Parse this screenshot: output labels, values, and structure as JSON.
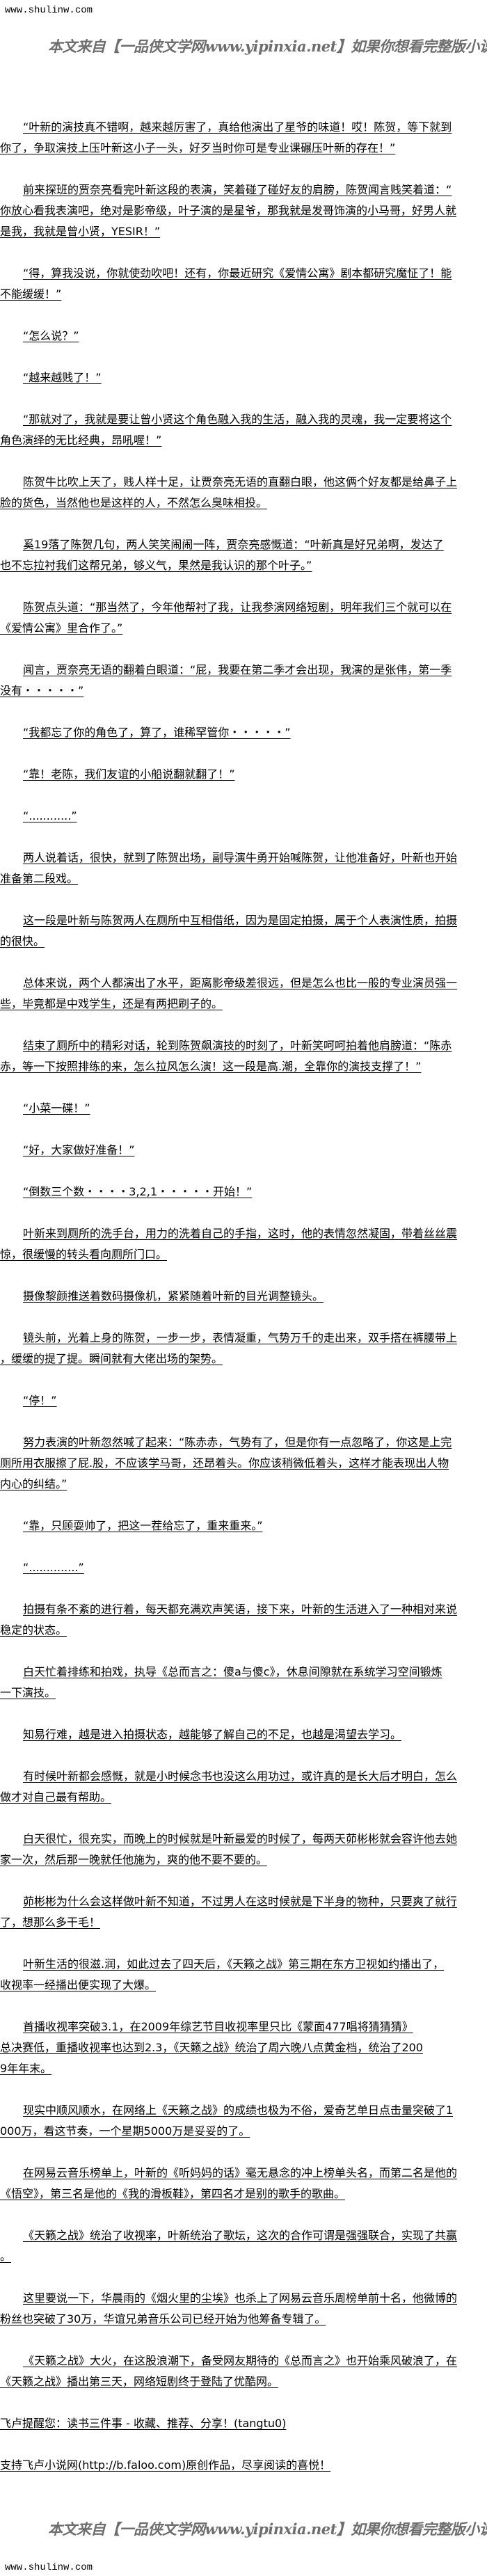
{
  "header": {
    "site": "www.shulinw.com",
    "banner": "本文来自【一品侠文学网www.yipinxia.net】如果你想看完整版小说，请"
  },
  "paragraphs": [
    {
      "indent": true,
      "lines": [
        "“叶新的演技真不错啊，越来越厉害了，真给他演出了星爷的味道！哎！陈贺，等下就到",
        "你了，争取演技上压叶新这小子一头，好歹当时你可是专业课碾压叶新的存在！”"
      ]
    },
    {
      "indent": true,
      "lines": [
        "前来探班的贾奈亮看完叶新这段的表演，笑着碰了碰好友的肩膀，陈贺闻言贱笑着道：“",
        "你放心看我表演吧，绝对是影帝级，叶子演的是星爷，那我就是发哥饰演的小马哥，好男人就",
        "是我，我就是曾小贤，YESIR！”"
      ]
    },
    {
      "indent": true,
      "lines": [
        "“得，算我没说，你就使劲吹吧！还有，你最近研究《爱情公寓》剧本都研究魔怔了！能",
        "不能缓缓！”"
      ]
    },
    {
      "indent": true,
      "lines": [
        "“怎么说？”"
      ]
    },
    {
      "indent": true,
      "lines": [
        "“越来越贱了！”"
      ]
    },
    {
      "indent": true,
      "lines": [
        "“那就对了，我就是要让曾小贤这个角色融入我的生活，融入我的灵魂，我一定要将这个",
        "角色演绎的无比经典，昂吼喔！”"
      ]
    },
    {
      "indent": true,
      "lines": [
        "陈贺牛比吹上天了，贱人样十足，让贾奈亮无语的直翻白眼，他这俩个好友都是给鼻子上",
        "脸的货色，当然他也是这样的人，不然怎么臭味相投。"
      ]
    },
    {
      "indent": true,
      "lines": [
        "奚19落了陈贺几句，两人笑笑闹闹一阵，贾奈亮感慨道：“叶新真是好兄弟啊，发达了",
        "也不忘拉衬我们这帮兄弟，够义气，果然是我认识的那个叶子。”"
      ]
    },
    {
      "indent": true,
      "lines": [
        "陈贺点头道：“那当然了，今年他帮衬了我，让我参演网络短剧，明年我们三个就可以在",
        "《爱情公寓》里合作了。”"
      ]
    },
    {
      "indent": true,
      "lines": [
        "闻言，贾奈亮无语的翻着白眼道：“屁，我要在第二季才会出现，我演的是张伟，第一季",
        "没有・・・・・”"
      ]
    },
    {
      "indent": true,
      "lines": [
        "“我都忘了你的角色了，算了，谁稀罕管你・・・・・”"
      ]
    },
    {
      "indent": true,
      "lines": [
        "“靠！老陈，我们友谊的小船说翻就翻了！”"
      ]
    },
    {
      "indent": true,
      "lines": [
        "“............”"
      ]
    },
    {
      "indent": true,
      "lines": [
        "两人说着话，很快，就到了陈贺出场，副导演牛勇开始喊陈贺，让他准备好，叶新也开始",
        "准备第二段戏。"
      ]
    },
    {
      "indent": true,
      "lines": [
        "这一段是叶新与陈贺两人在厕所中互相借纸，因为是固定拍摄，属于个人表演性质，拍摄",
        "的很快。"
      ]
    },
    {
      "indent": true,
      "lines": [
        "总体来说，两个人都演出了水平，距离影帝级差很远，但是怎么也比一般的专业演员强一",
        "些，毕竟都是中戏学生，还是有两把刷子的。"
      ]
    },
    {
      "indent": true,
      "lines": [
        "结束了厕所中的精彩对话，轮到陈贺飙演技的时刻了，叶新笑呵呵拍着他肩膀道：“陈赤",
        "赤，等一下按照排练的来，怎么拉风怎么演！这一段是高.潮，全靠你的演技支撑了！”"
      ]
    },
    {
      "indent": true,
      "lines": [
        "“小菜一碟！”"
      ]
    },
    {
      "indent": true,
      "lines": [
        "“好，大家做好准备！”"
      ]
    },
    {
      "indent": true,
      "lines": [
        "“倒数三个数・・・・3,2,1・・・・・开始！”"
      ]
    },
    {
      "indent": true,
      "lines": [
        "叶新来到厕所的洗手台，用力的洗着自己的手指，这时，他的表情忽然凝固，带着丝丝震",
        "惊，很缓慢的转头看向厕所门口。"
      ]
    },
    {
      "indent": true,
      "lines": [
        "摄像黎颜推送着数码摄像机，紧紧随着叶新的目光调整镜头。"
      ]
    },
    {
      "indent": true,
      "lines": [
        "镜头前，光着上身的陈贺，一步一步，表情凝重，气势万千的走出来，双手搭在裤腰带上",
        "，缓缓的提了提。瞬间就有大佬出场的架势。"
      ]
    },
    {
      "indent": true,
      "lines": [
        "“停！”"
      ]
    },
    {
      "indent": true,
      "lines": [
        "努力表演的叶新忽然喊了起来：“陈赤赤，气势有了，但是你有一点忽略了，你这是上完",
        "厕所用衣服擦了屁.股，不应该学马哥，还昂着头。你应该稍微低着头，这样才能表现出人物",
        "内心的纠结。”"
      ]
    },
    {
      "indent": true,
      "lines": [
        "“靠，只顾耍帅了，把这一茬给忘了，重来重来。”"
      ]
    },
    {
      "indent": true,
      "lines": [
        "“..............”"
      ]
    },
    {
      "indent": true,
      "lines": [
        "拍摄有条不紊的进行着，每天都充满欢声笑语，接下来，叶新的生活进入了一种相对来说",
        "稳定的状态。"
      ]
    },
    {
      "indent": true,
      "lines": [
        "白天忙着排练和拍戏，执导《总而言之：傻a与傻c》，休息间隙就在系统学习空间锻炼",
        "一下演技。"
      ]
    },
    {
      "indent": true,
      "lines": [
        "知易行难，越是进入拍摄状态，越能够了解自己的不足，也越是渴望去学习。"
      ]
    },
    {
      "indent": true,
      "lines": [
        "有时候叶新都会感慨，就是小时候念书也没这么用功过，或许真的是长大后才明白，怎么",
        "做才对自己最有帮助。"
      ]
    },
    {
      "indent": true,
      "lines": [
        "白天很忙，很充实，而晚上的时候就是叶新最爱的时候了，每两天茆彬彬就会容许他去她",
        "家一次，然后那一晚就任他施为，爽的他不要不要的。"
      ]
    },
    {
      "indent": true,
      "lines": [
        "茆彬彬为什么会这样做叶新不知道，不过男人在这时候就是下半身的物种，只要爽了就行",
        "了，想那么多干毛！"
      ]
    },
    {
      "indent": true,
      "lines": [
        "叶新生活的很滋.润，如此过去了四天后，《天籁之战》第三期在东方卫视如约播出了，",
        "收视率一经播出便实现了大爆。"
      ]
    },
    {
      "indent": true,
      "lines": [
        "首播收视率突破3.1，在2009年综艺节目收视率里只比《蒙面477唱将猜猜猜》",
        "总决赛低，重播收视率也达到2.3，《天籁之战》统治了周六晚八点黄金档，统治了200",
        "9年年末。"
      ]
    },
    {
      "indent": true,
      "lines": [
        "现实中顺风顺水，在网络上《天籁之战》的成绩也极为不俗，爱奇艺单日点击量突破了1",
        "000万，看这节奏，一个星期5000万是妥妥的了。"
      ]
    },
    {
      "indent": true,
      "lines": [
        "在网易云音乐榜单上，叶新的《听妈妈的话》毫无悬念的冲上榜单头名，而第二名是他的",
        "《悟空》，第三名是他的《我的滑板鞋》，第四名才是别的歌手的歌曲。"
      ]
    },
    {
      "indent": true,
      "lines": [
        "《天籁之战》统治了收视率，叶新统治了歌坛，这次的合作可谓是强强联合，实现了共赢",
        "。"
      ]
    },
    {
      "indent": true,
      "lines": [
        "这里要说一下，华晨雨的《烟火里的尘埃》也杀上了网易云音乐周榜单前十名，他微博的",
        "粉丝也突破了30万，华谊兄弟音乐公司已经开始为他筹备专辑了。"
      ]
    },
    {
      "indent": true,
      "lines": [
        "《天籁之战》大火，在这股浪潮下，备受网友期待的《总而言之》也开始乘风破浪了，在",
        "《天籁之战》播出第三天，网络短剧终于登陆了优酷网。"
      ]
    },
    {
      "indent": false,
      "lines": [
        "飞卢提醒您：读书三件事 - 收藏、推荐、分享！(tangtu0)"
      ]
    },
    {
      "indent": false,
      "lines": [
        "支持飞卢小说网(http://b.faloo.com)原创作品，尽享阅读的喜悦！"
      ]
    }
  ],
  "footer": {
    "banner": "本文来自【一品侠文学网www.yipinxia.net】如果你想看完整版小说，请",
    "site": "www.shulinw.com"
  }
}
